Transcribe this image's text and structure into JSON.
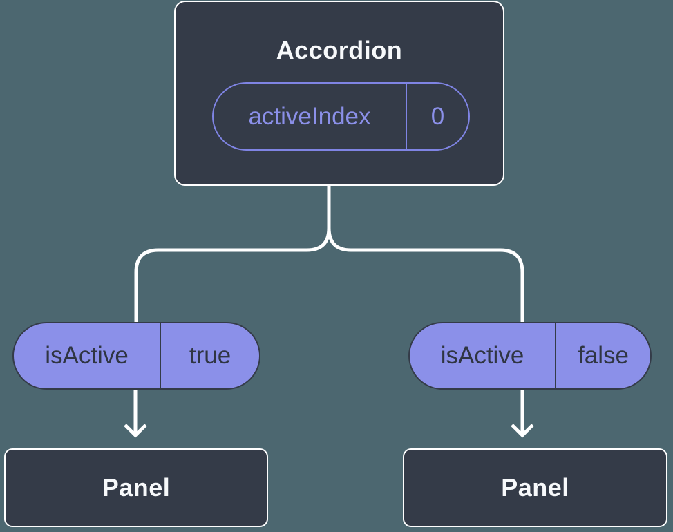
{
  "diagram_type": "component-tree",
  "root_node": {
    "title": "Accordion",
    "state_pill": {
      "label": "activeIndex",
      "value": "0"
    }
  },
  "prop_pills": [
    {
      "label": "isActive",
      "value": "true"
    },
    {
      "label": "isActive",
      "value": "false"
    }
  ],
  "child_nodes": [
    {
      "title": "Panel"
    },
    {
      "title": "Panel"
    }
  ],
  "colors": {
    "background": "#4C6770",
    "node_fill": "#343B48",
    "node_border": "#FFFFFF",
    "connector_line": "#FFFFFF",
    "pill_fill": "#8B90E9",
    "pill_outline": "#7F84E4",
    "purple_text": "#8B90E9",
    "dark_text": "#2F3542",
    "light_text": "#F7F9FB"
  }
}
